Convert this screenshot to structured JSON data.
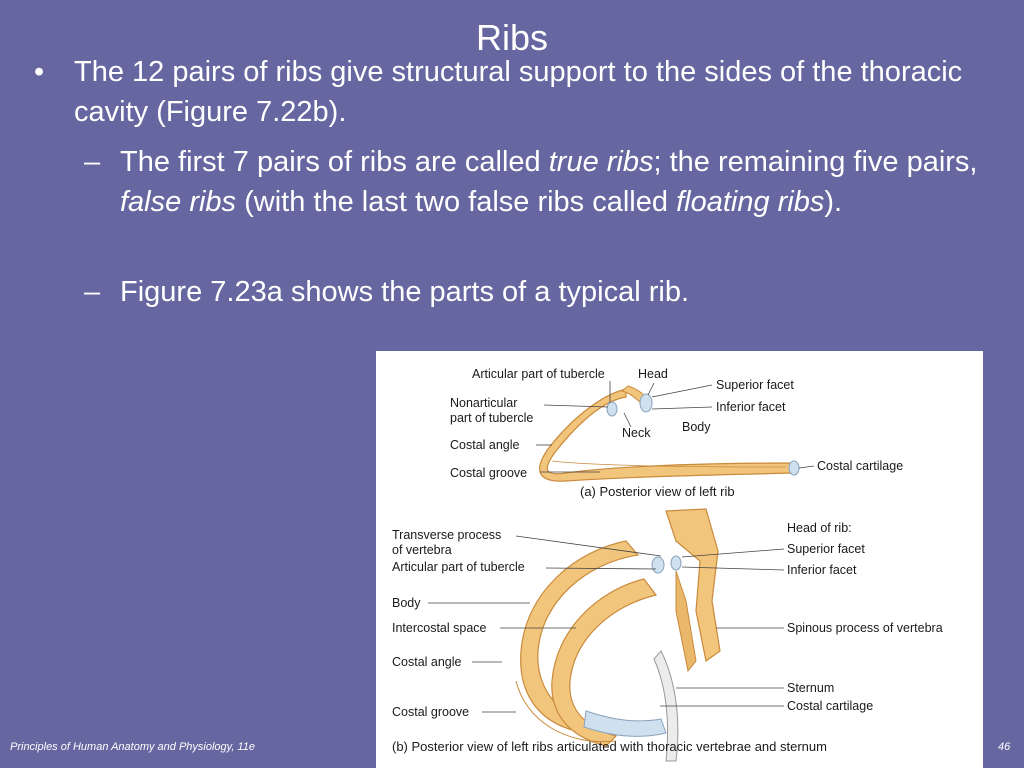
{
  "slide": {
    "title": "Ribs",
    "bullet1": {
      "marker": "•",
      "text": "The 12 pairs of ribs give structural support to the sides of the thoracic cavity (Figure 7.22b)."
    },
    "sub1": {
      "marker": "–",
      "part1": "The first 7 pairs of ribs are called ",
      "em1": "true ribs",
      "part2": "; the remaining five pairs, ",
      "em2": "false ribs",
      "part3": " (with the last two false ribs called ",
      "em3": "floating ribs",
      "part4": ")."
    },
    "sub2": {
      "marker": "–",
      "text": "Figure 7.23a shows the parts of a typical rib."
    },
    "footer_left": "Principles of Human Anatomy and Physiology, 11e",
    "page_number": "46"
  },
  "figure": {
    "panel_a": {
      "labels": {
        "articular_part": "Articular part of tubercle",
        "head": "Head",
        "superior_facet": "Superior facet",
        "nonarticular_1": "Nonarticular",
        "nonarticular_2": "part of tubercle",
        "inferior_facet": "Inferior facet",
        "neck": "Neck",
        "body": "Body",
        "costal_angle": "Costal angle",
        "costal_cartilage": "Costal cartilage",
        "costal_groove": "Costal groove"
      },
      "caption": "(a) Posterior view of left rib"
    },
    "panel_b": {
      "labels": {
        "transverse_1": "Transverse process",
        "transverse_2": "of vertebra",
        "articular_part": "Articular part of tubercle",
        "head_of_rib": "Head of rib:",
        "superior_facet": "Superior facet",
        "inferior_facet": "Inferior facet",
        "body": "Body",
        "intercostal_space": "Intercostal space",
        "spinous_process": "Spinous process of vertebra",
        "costal_angle": "Costal angle",
        "sternum": "Sternum",
        "costal_cartilage": "Costal cartilage",
        "costal_groove": "Costal groove"
      },
      "caption": "(b) Posterior view of left ribs articulated with thoracic vertebrae and sternum"
    },
    "colors": {
      "bone": "#f2c57c",
      "bone_edge": "#c98a3c",
      "cartilage": "#cfe0ef"
    }
  }
}
